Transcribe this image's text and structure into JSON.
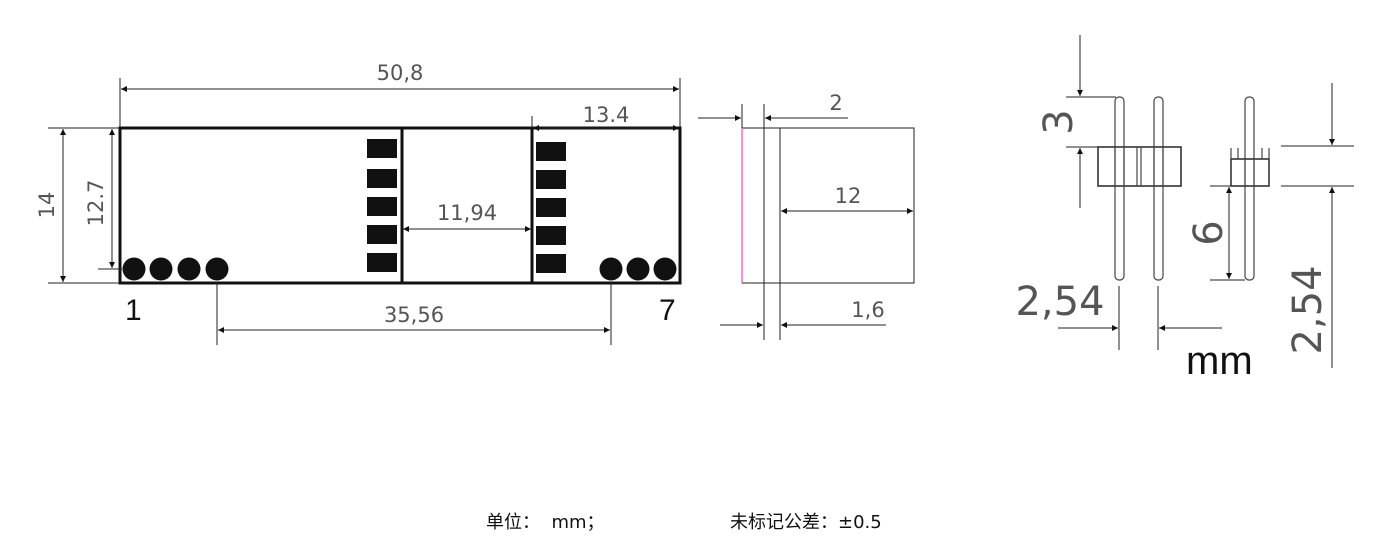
{
  "top_view": {
    "dim_length": "50,8",
    "dim_right_section": "13.4",
    "dim_height_outer": "14",
    "dim_height_inner": "12.7",
    "dim_window": "11,94",
    "dim_pin_span": "35,56",
    "pin_first": "1",
    "pin_last": "7"
  },
  "side_view": {
    "dim_top": "2",
    "dim_depth": "12",
    "dim_bottom": "1,6",
    "edge_color": "#ff66cc"
  },
  "header_pin": {
    "dim_height": "3",
    "dim_pin_length": "6",
    "dim_pitch_horizontal": "2,54",
    "dim_pitch_vertical": "2,54",
    "unit": "mm"
  },
  "footer": {
    "unit_note": "单位：  mm；",
    "tolerance_note": "未标记公差：±0.5"
  }
}
